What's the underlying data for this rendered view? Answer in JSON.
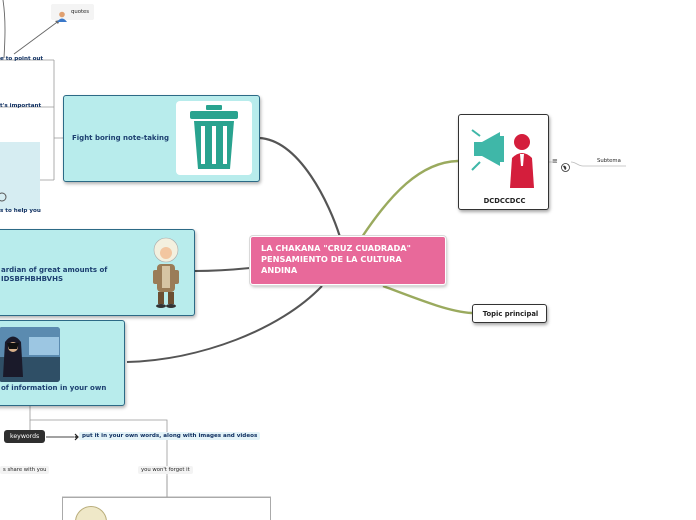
{
  "central": {
    "label": "LA CHAKANA \"CRUZ CUADRADA\" PENSAMIENTO DE LA CULTURA ANDINA"
  },
  "left_topics": {
    "fight_note_taking": {
      "label": "Fight boring note-taking",
      "icon": "trash-can-icon"
    },
    "guardian": {
      "label": "ardian of great amounts of\nIDSBFHBHBVHS",
      "icon": "professor-cartoon-icon"
    },
    "info_own": {
      "label": "of information in your own",
      "icon": "superhero-image-icon"
    }
  },
  "left_subtopics": {
    "point_out": "e to point out",
    "important": "t's important",
    "help_you": "s to help you",
    "quotes": "quotes",
    "keywords": "keywords",
    "own_words": "put it in your own words, along with images and videos",
    "share_with_you": "s share with you",
    "wont_forget": "you won't forget it"
  },
  "right_topics": {
    "dcdccdcc": {
      "label": "DCDCCDCC",
      "icon": "megaphone-person-icon"
    },
    "topic_principal": {
      "label": "Topic principal"
    },
    "subtema": {
      "label": "Subtema"
    }
  },
  "colors": {
    "central": "#e8699a",
    "topic_cyan": "#b8ecec",
    "branch_dark": "#555555",
    "branch_olive": "#9aaa5e",
    "megaphone_teal": "#3fb7a8",
    "person_red": "#d41e3c"
  }
}
